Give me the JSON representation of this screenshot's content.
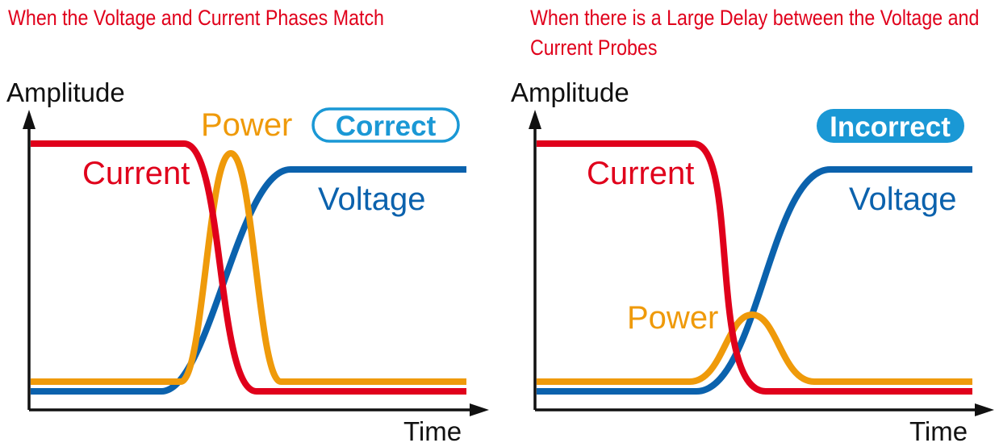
{
  "panels": [
    {
      "title": "When the Voltage and Current Phases Match",
      "y_axis_label": "Amplitude",
      "x_axis_label": "Time",
      "badge": {
        "label": "Correct",
        "style": "outline"
      },
      "labels": {
        "current": "Current",
        "voltage": "Voltage",
        "power": "Power"
      }
    },
    {
      "title": "When there is a Large Delay between the Voltage and Current Probes",
      "y_axis_label": "Amplitude",
      "x_axis_label": "Time",
      "badge": {
        "label": "Incorrect",
        "style": "filled"
      },
      "labels": {
        "current": "Current",
        "voltage": "Voltage",
        "power": "Power"
      }
    }
  ],
  "colors": {
    "title": "#e0001b",
    "current": "#e0001b",
    "voltage": "#0b62ad",
    "power": "#ef9a0a",
    "badge": "#1a98d5",
    "axis": "#111111"
  }
}
